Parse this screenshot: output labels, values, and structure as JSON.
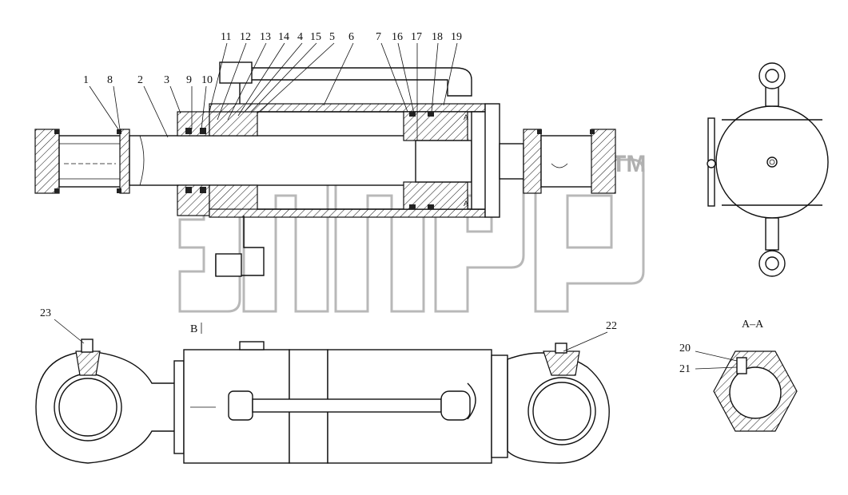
{
  "callouts": {
    "c1": "1",
    "c8": "8",
    "c2": "2",
    "c3": "3",
    "c9": "9",
    "c10": "10",
    "c11": "11",
    "c12": "12",
    "c13": "13",
    "c14": "14",
    "c4": "4",
    "c15": "15",
    "c5": "5",
    "c6": "6",
    "c7": "7",
    "c16": "16",
    "c17": "17",
    "c18": "18",
    "c19": "19",
    "c20": "20",
    "c21": "21",
    "c22": "22",
    "c23": "23"
  },
  "section_label": "A–A",
  "view_marker": "B",
  "section_marks": {
    "top": "A",
    "bottom": "A"
  },
  "watermark": {
    "trademark": "TM"
  }
}
